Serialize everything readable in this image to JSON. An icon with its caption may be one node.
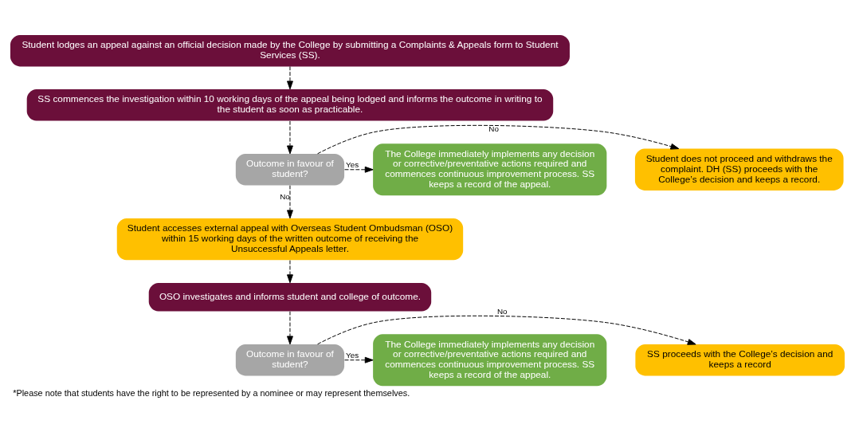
{
  "diagram": {
    "caption": "*Please note that students have the right to be represented by a nominee or may represent themselves.",
    "nodes": [
      {
        "text": [
          "Student lodges an appeal against an official decision made by the College by submitting a Complaints & Appeals form to Student Services (SS)."
        ]
      },
      {
        "text": [
          "SS commences the investigation within 10 working days of the appeal being lodged and informs the outcome in writing to the student as soon as practicable."
        ]
      },
      {
        "text": [
          "Student does not proceed and withdraws the complaint. DH (SS) proceeds with the College’s decision and keeps a record."
        ]
      },
      {
        "text": [
          "Outcome in favour of student?"
        ]
      },
      {
        "text": [
          "The College immediately implements any decision or corrective/preventative actions required and commences continuous improvement process. SS keeps a record of the appeal."
        ]
      },
      {
        "text": [
          "Student accesses external appeal with Overseas Student Ombudsman (OSO) within 15 working days of the written outcome of receiving the Unsuccessful Appeals letter."
        ]
      },
      {
        "text": [
          "OSO investigates and informs student and college of outcome."
        ]
      },
      {
        "text": [
          "SS proceeds with the College’s decision and keeps a record"
        ]
      },
      {
        "text": [
          "Outcome in favour of student?"
        ]
      },
      {
        "text": [
          "The College immediately implements any decision or corrective/preventative actions required and commences continuous improvement process. SS keeps a record of the appeal."
        ]
      }
    ],
    "edges": [
      {
        "from": 0,
        "to": 1,
        "arrow": "to",
        "style": "dashed"
      },
      {
        "from": 1,
        "to": 3,
        "arrow": "to",
        "style": "dashed"
      },
      {
        "from": 3,
        "to": 2,
        "arrow": "to",
        "style": "dashed",
        "label": "No"
      },
      {
        "from": 3,
        "to": 4,
        "arrow": "to",
        "style": "dashed",
        "label": "Yes"
      },
      {
        "from": 3,
        "to": 5,
        "arrow": "to",
        "style": "dashed",
        "label": "No"
      },
      {
        "from": 5,
        "to": 6,
        "arrow": "to",
        "style": "dashed"
      },
      {
        "from": 6,
        "to": 8,
        "arrow": "to",
        "style": "dashed"
      },
      {
        "from": 8,
        "to": 7,
        "arrow": "to",
        "style": "dashed",
        "label": "No"
      },
      {
        "from": 8,
        "to": 9,
        "arrow": "to",
        "style": "dashed",
        "label": "Yes"
      }
    ]
  }
}
